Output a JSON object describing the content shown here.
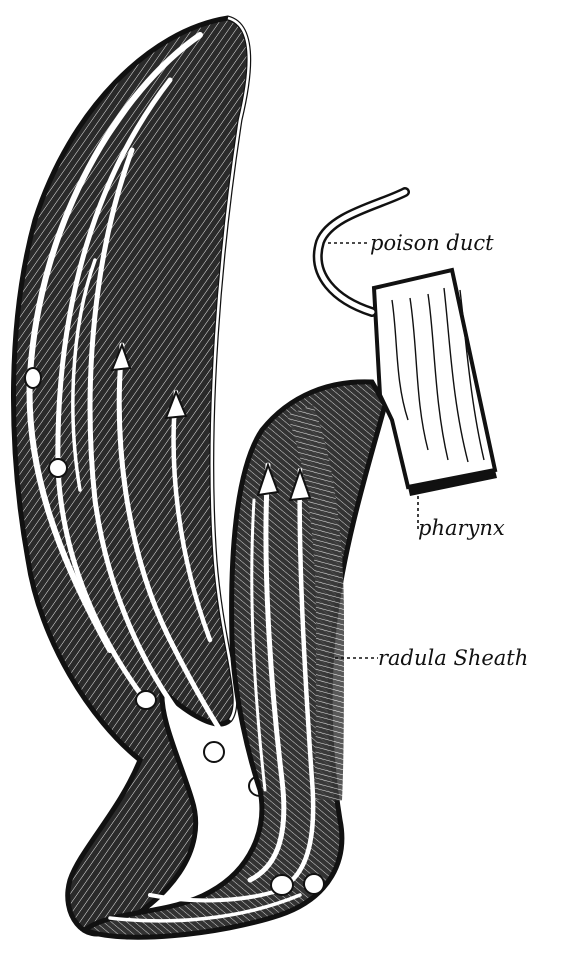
{
  "figure": {
    "labels": {
      "poison_duct": "poison duct",
      "pharynx": "pharynx",
      "radula_sheath": "radula Sheath"
    },
    "colors": {
      "ink": "#111111",
      "paper": "#ffffff"
    }
  }
}
